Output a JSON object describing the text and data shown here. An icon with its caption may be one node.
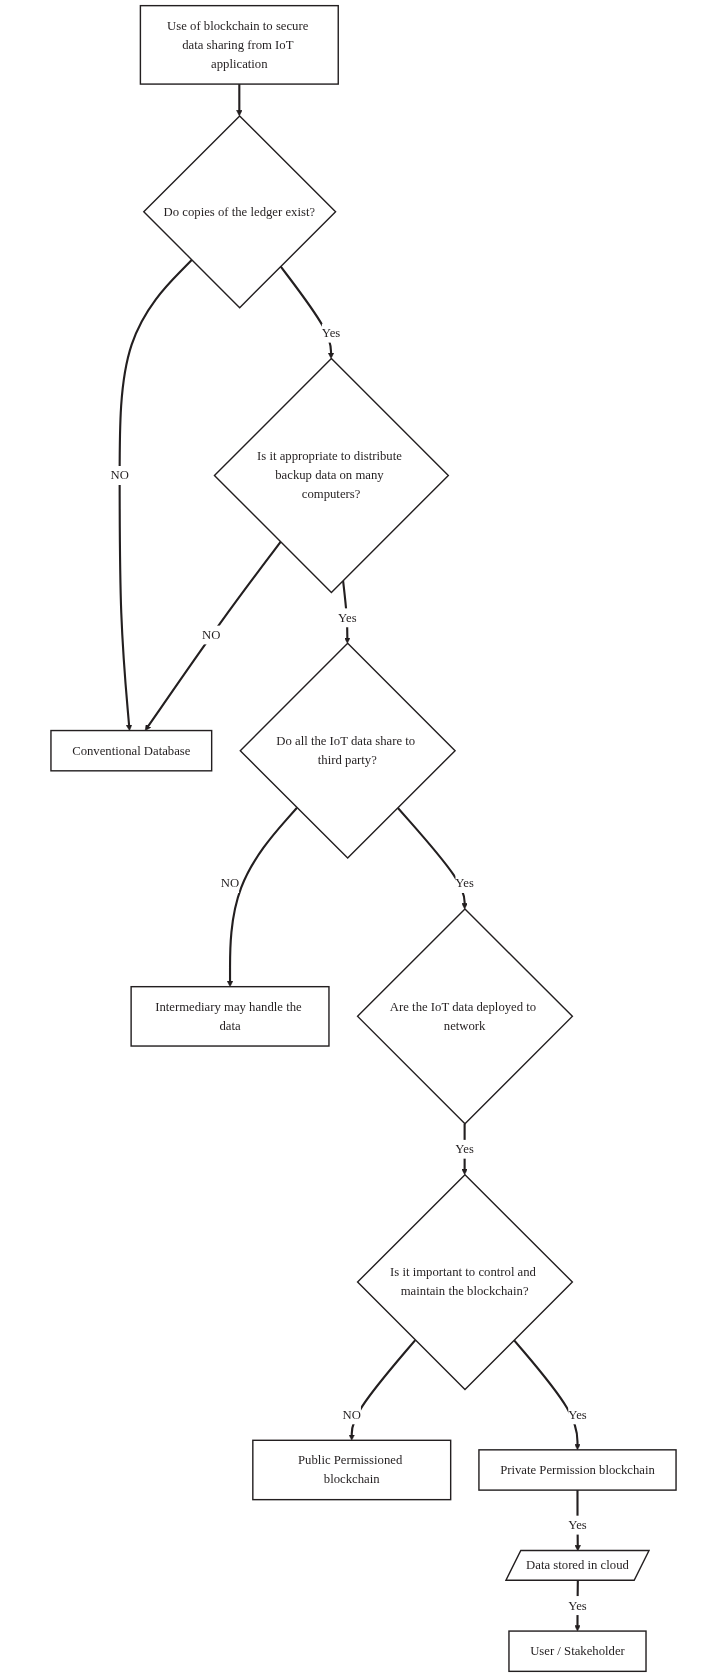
{
  "diagram": {
    "nodes": [
      {
        "text": [
          "Use of blockchain to secure data sharing from IoT application"
        ]
      },
      {
        "text": [
          "Do copies of the ledger exist?"
        ]
      },
      {
        "text": [
          "Conventional Database"
        ]
      },
      {
        "text": [
          "Is it appropriate to distribute backup data on many computers?"
        ]
      },
      {
        "text": [
          "Do all the IoT data share to third party?"
        ]
      },
      {
        "text": [
          "Intermediary may handle the data"
        ]
      },
      {
        "text": [
          "Are the IoT data deployed to network"
        ]
      },
      {
        "text": [
          "Is it important to control and maintain the blockchain?"
        ]
      },
      {
        "text": [
          "Public Permissioned blockchain"
        ]
      },
      {
        "text": [
          "Private Permission blockchain"
        ]
      },
      {
        "text": [
          "Data stored in cloud"
        ]
      },
      {
        "text": [
          "User / Stakeholder"
        ]
      }
    ],
    "edges": [
      {
        "from": 0,
        "to": 1,
        "arrow": "to"
      },
      {
        "from": 1,
        "to": 2,
        "arrow": "to",
        "label": "NO"
      },
      {
        "from": 1,
        "to": 3,
        "arrow": "to",
        "label": "Yes"
      },
      {
        "from": 3,
        "to": 2,
        "arrow": "to",
        "label": "NO"
      },
      {
        "from": 3,
        "to": 4,
        "arrow": "to",
        "label": "Yes"
      },
      {
        "from": 4,
        "to": 5,
        "arrow": "to",
        "label": "NO"
      },
      {
        "from": 4,
        "to": 6,
        "arrow": "to",
        "label": "Yes"
      },
      {
        "from": 6,
        "to": 7,
        "arrow": "to",
        "label": "Yes"
      },
      {
        "from": 7,
        "to": 8,
        "arrow": "to",
        "label": "NO"
      },
      {
        "from": 7,
        "to": 9,
        "arrow": "to",
        "label": "Yes"
      },
      {
        "from": 9,
        "to": 10,
        "arrow": "to",
        "label": "Yes"
      },
      {
        "from": 10,
        "to": 11,
        "arrow": "to",
        "label": "Yes"
      }
    ]
  }
}
